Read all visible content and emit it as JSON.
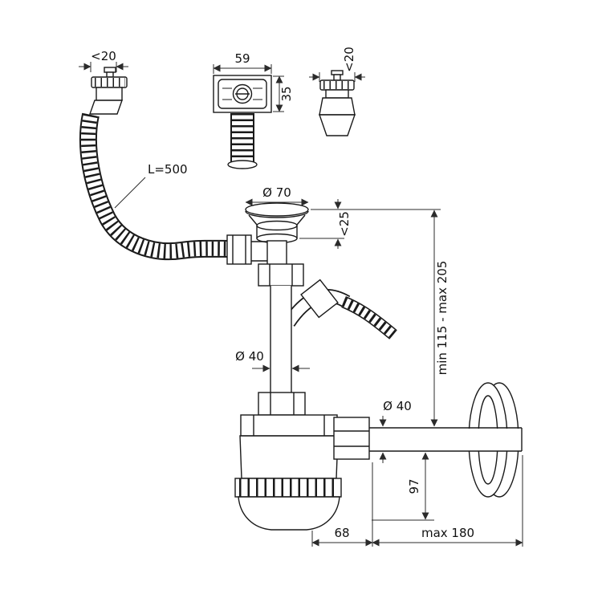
{
  "diagram": {
    "kind": "sink-siphon-technical-drawing"
  },
  "dims": {
    "overflow_inlet_width": "<20",
    "cover_width": "59",
    "cover_height": "35",
    "overflow_outlet_width": "<20",
    "hose_length": "L=500",
    "flange_diameter": "Ø 70",
    "flange_height": "<25",
    "pipe_diameter": "Ø 40",
    "adjust_range": "min 115 - max 205",
    "outlet_diameter": "Ø 40",
    "outlet_height": "97",
    "trap_offset": "68",
    "outlet_length": "max 180"
  }
}
